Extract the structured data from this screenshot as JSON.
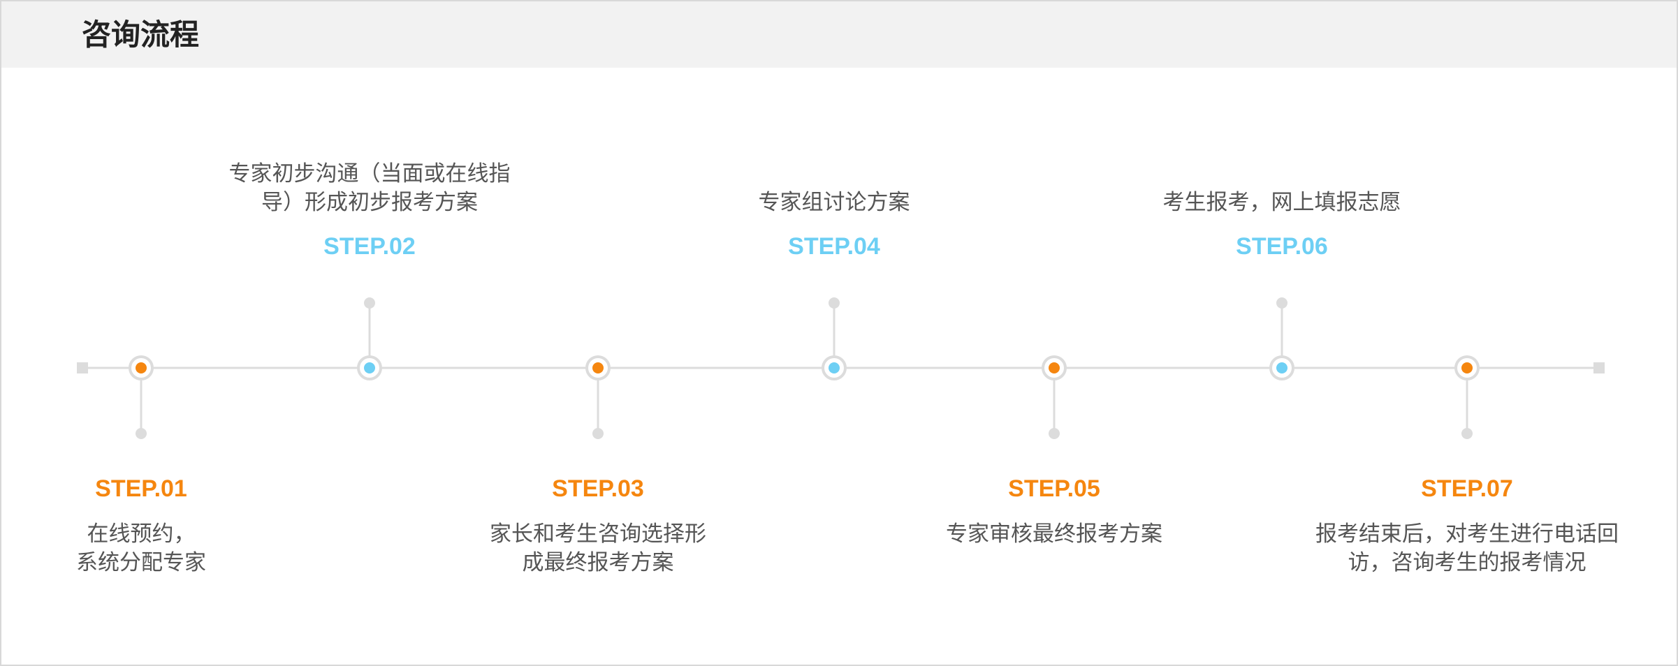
{
  "title": "咨询流程",
  "colors": {
    "orange": "#f5860f",
    "blue": "#6dcff4",
    "line": "#dcdcdc",
    "header_bg": "#f2f2f2"
  },
  "steps": [
    {
      "label": "STEP.01",
      "desc": "在线预约，\n系统分配专家",
      "color": "orange",
      "position": "bottom"
    },
    {
      "label": "STEP.02",
      "desc": "专家初步沟通（当面或在线指\n导）形成初步报考方案",
      "color": "blue",
      "position": "top"
    },
    {
      "label": "STEP.03",
      "desc": "家长和考生咨询选择形\n成最终报考方案",
      "color": "orange",
      "position": "bottom"
    },
    {
      "label": "STEP.04",
      "desc": "专家组讨论方案",
      "color": "blue",
      "position": "top"
    },
    {
      "label": "STEP.05",
      "desc": "专家审核最终报考方案",
      "color": "orange",
      "position": "bottom"
    },
    {
      "label": "STEP.06",
      "desc": "考生报考，网上填报志愿",
      "color": "blue",
      "position": "top"
    },
    {
      "label": "STEP.07",
      "desc": "报考结束后，对考生进行电话回\n访，咨询考生的报考情况",
      "color": "orange",
      "position": "bottom"
    }
  ]
}
